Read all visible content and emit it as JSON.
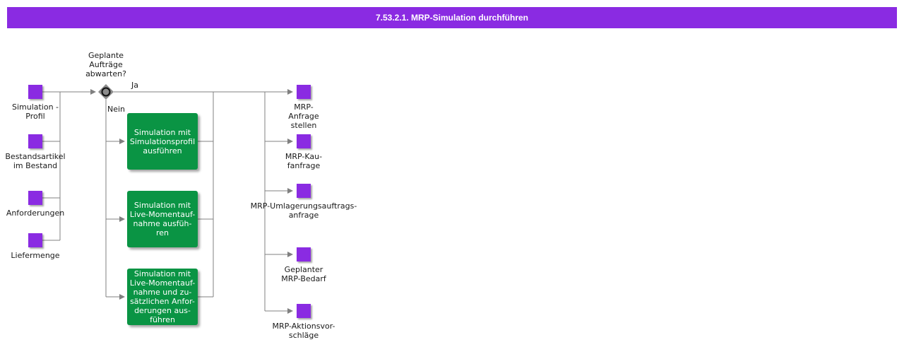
{
  "title": "7.53.2.1. MRP-Simulation durchführen",
  "inputs": [
    {
      "label": "Simulation -\nProfil"
    },
    {
      "label": "Bestandsartikel\nim Bestand"
    },
    {
      "label": "Anforderungen"
    },
    {
      "label": "Liefermenge"
    }
  ],
  "gateway": {
    "question": "Geplante\nAufträge\nabwarten?",
    "yes_label": "Ja",
    "no_label": "Nein"
  },
  "tasks": [
    {
      "label": "Simulation mit\nSimulationsprofil\nausführen"
    },
    {
      "label": "Simulation mit\nLive-Momentauf-\nnahme ausfüh-\nren"
    },
    {
      "label": "Simulation mit\nLive-Momentauf-\nnahme und zu-\nsätzlichen Anfor-\nderungen aus-\nführen"
    }
  ],
  "outputs": [
    {
      "label": "MRP-\nAnfrage\nstellen"
    },
    {
      "label": "MRP-Kau-\nfanfrage"
    },
    {
      "label": "MRP-Umlagerungsauftrags-\nanfrage"
    },
    {
      "label": "Geplanter\nMRP-Bedarf"
    },
    {
      "label": "MRP-Aktionsvor-\nschläge"
    }
  ],
  "colors": {
    "header": "#8a2be2",
    "node": "#8a2be2",
    "task": "#0a9444",
    "connector": "#808080"
  }
}
